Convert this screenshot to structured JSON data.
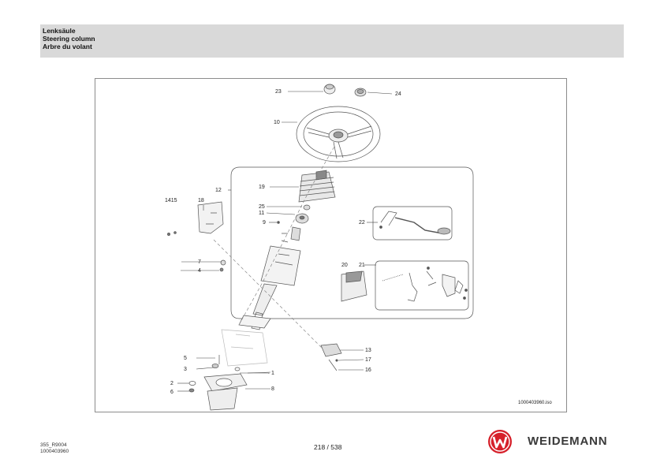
{
  "header": {
    "title_de": "Lenksäule",
    "title_en": "Steering column",
    "title_fr": "Arbre du volant"
  },
  "drawing": {
    "image_id": "1000403960.iso",
    "callouts": {
      "c1": "1",
      "c2": "2",
      "c3": "3",
      "c4": "4",
      "c5": "5",
      "c6": "6",
      "c7": "7",
      "c8": "8",
      "c9": "9",
      "c10": "10",
      "c11": "11",
      "c12": "12",
      "c13": "13",
      "c1415": "1415",
      "c16": "16",
      "c17": "17",
      "c18": "18",
      "c19": "19",
      "c20": "20",
      "c21": "21",
      "c22": "22",
      "c23": "23",
      "c24": "24",
      "c25": "25"
    }
  },
  "footer": {
    "code_line1": "355_R9004",
    "code_line2": "1000403960",
    "page_number": "218 / 538",
    "brand_name": "WEIDEMANN",
    "brand_color": "#d6202a"
  }
}
